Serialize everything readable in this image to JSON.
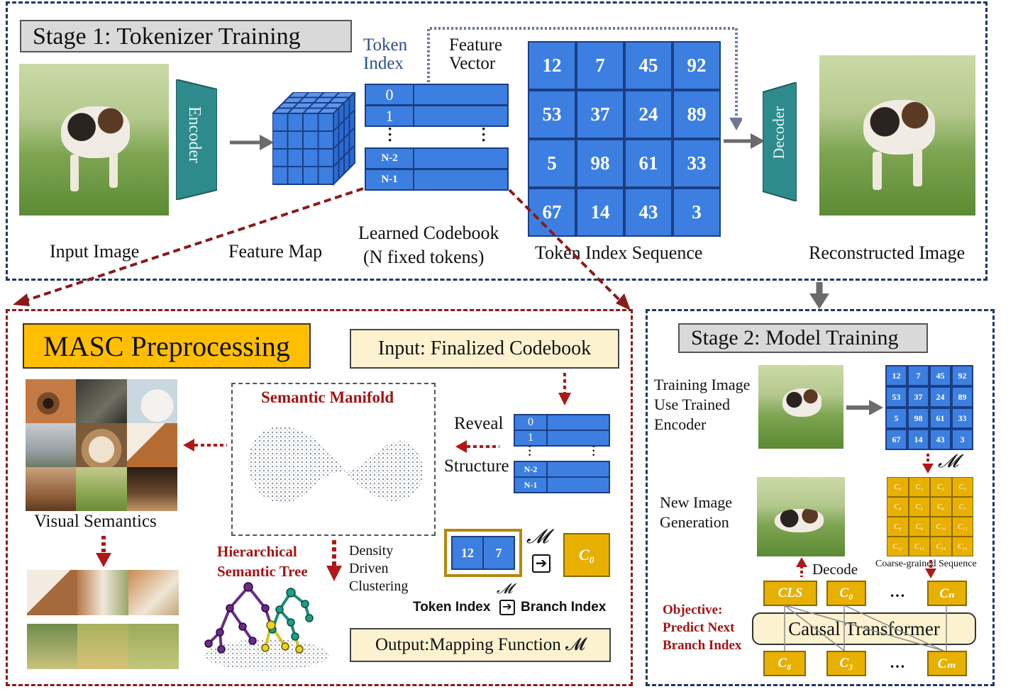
{
  "stage1": {
    "title": "Stage 1: Tokenizer Training",
    "input_image_label": "Input Image",
    "encoder_label": "Encoder",
    "feature_map_label": "Feature Map",
    "token_index_label": [
      "Token",
      "Index"
    ],
    "feature_vector_label": [
      "Feature",
      "Vector"
    ],
    "codebook_indices": [
      "0",
      "1",
      "N-2",
      "N-1"
    ],
    "codebook_label": [
      "Learned Codebook",
      "(N fixed tokens)"
    ],
    "token_grid": [
      "12",
      "7",
      "45",
      "92",
      "53",
      "37",
      "24",
      "89",
      "5",
      "98",
      "61",
      "33",
      "67",
      "14",
      "43",
      "3"
    ],
    "token_seq_label": "Token Index Sequence",
    "decoder_label": "Decoder",
    "recon_label": "Reconstructed Image"
  },
  "masc": {
    "title": "MASC Preprocessing",
    "input_label": "Input: Finalized Codebook",
    "manifold_label": "Semantic Manifold",
    "reveal_label": [
      "Reveal",
      "Structure"
    ],
    "codebook_indices": [
      "0",
      "1",
      "N-2",
      "N-1"
    ],
    "visual_semantics_label": "Visual Semantics",
    "tree_label": [
      "Hierarchical",
      "Semantic Tree"
    ],
    "density_label": [
      "Density",
      "Driven",
      "Clustering"
    ],
    "mapping_tokens": [
      "12",
      "7"
    ],
    "mapping_symbol": "𝓜",
    "mapping_arrow": "➔",
    "mapping_output": "C₀",
    "token_to_branch": [
      "Token Index",
      "Branch Index"
    ],
    "output_label": "Output:Mapping Function 𝓜"
  },
  "stage2": {
    "title": "Stage 2: Model Training",
    "training_label": [
      "Training Image",
      "Use Trained",
      "Encoder"
    ],
    "token_grid": [
      "12",
      "7",
      "45",
      "92",
      "53",
      "37",
      "24",
      "89",
      "5",
      "98",
      "61",
      "33",
      "67",
      "14",
      "43",
      "3"
    ],
    "mapping_symbol": "𝓜",
    "branch_grid": [
      "C₀",
      "C₁",
      "C₂",
      "C₃",
      "C₄",
      "C₅",
      "C₆",
      "C₇",
      "C₈",
      "C₉",
      "C₁₀",
      "C₁₁",
      "C₁₂",
      "C₁₃",
      "C₁₄",
      "C₁₅"
    ],
    "new_image_label": [
      "New Image",
      "Generation"
    ],
    "decode_label": "Decode",
    "coarse_label": "Coarse-grained Sequence",
    "top_tokens": [
      "CLS",
      "C₀",
      "Cₙ"
    ],
    "ellipsis": "…",
    "transformer_label": "Causal Transformer",
    "bottom_tokens": [
      "C₈",
      "C₃",
      "Cₘ"
    ],
    "objective_label": [
      "Objective:",
      "Predict Next",
      "Branch Index"
    ]
  },
  "colors": {
    "navy": "#1f3864",
    "dark_red": "#8b1a1a",
    "token_blue": "#3d7fe0",
    "teal": "#2e8b8b",
    "gold": "#e8b000",
    "beige": "#fdf2d0"
  }
}
